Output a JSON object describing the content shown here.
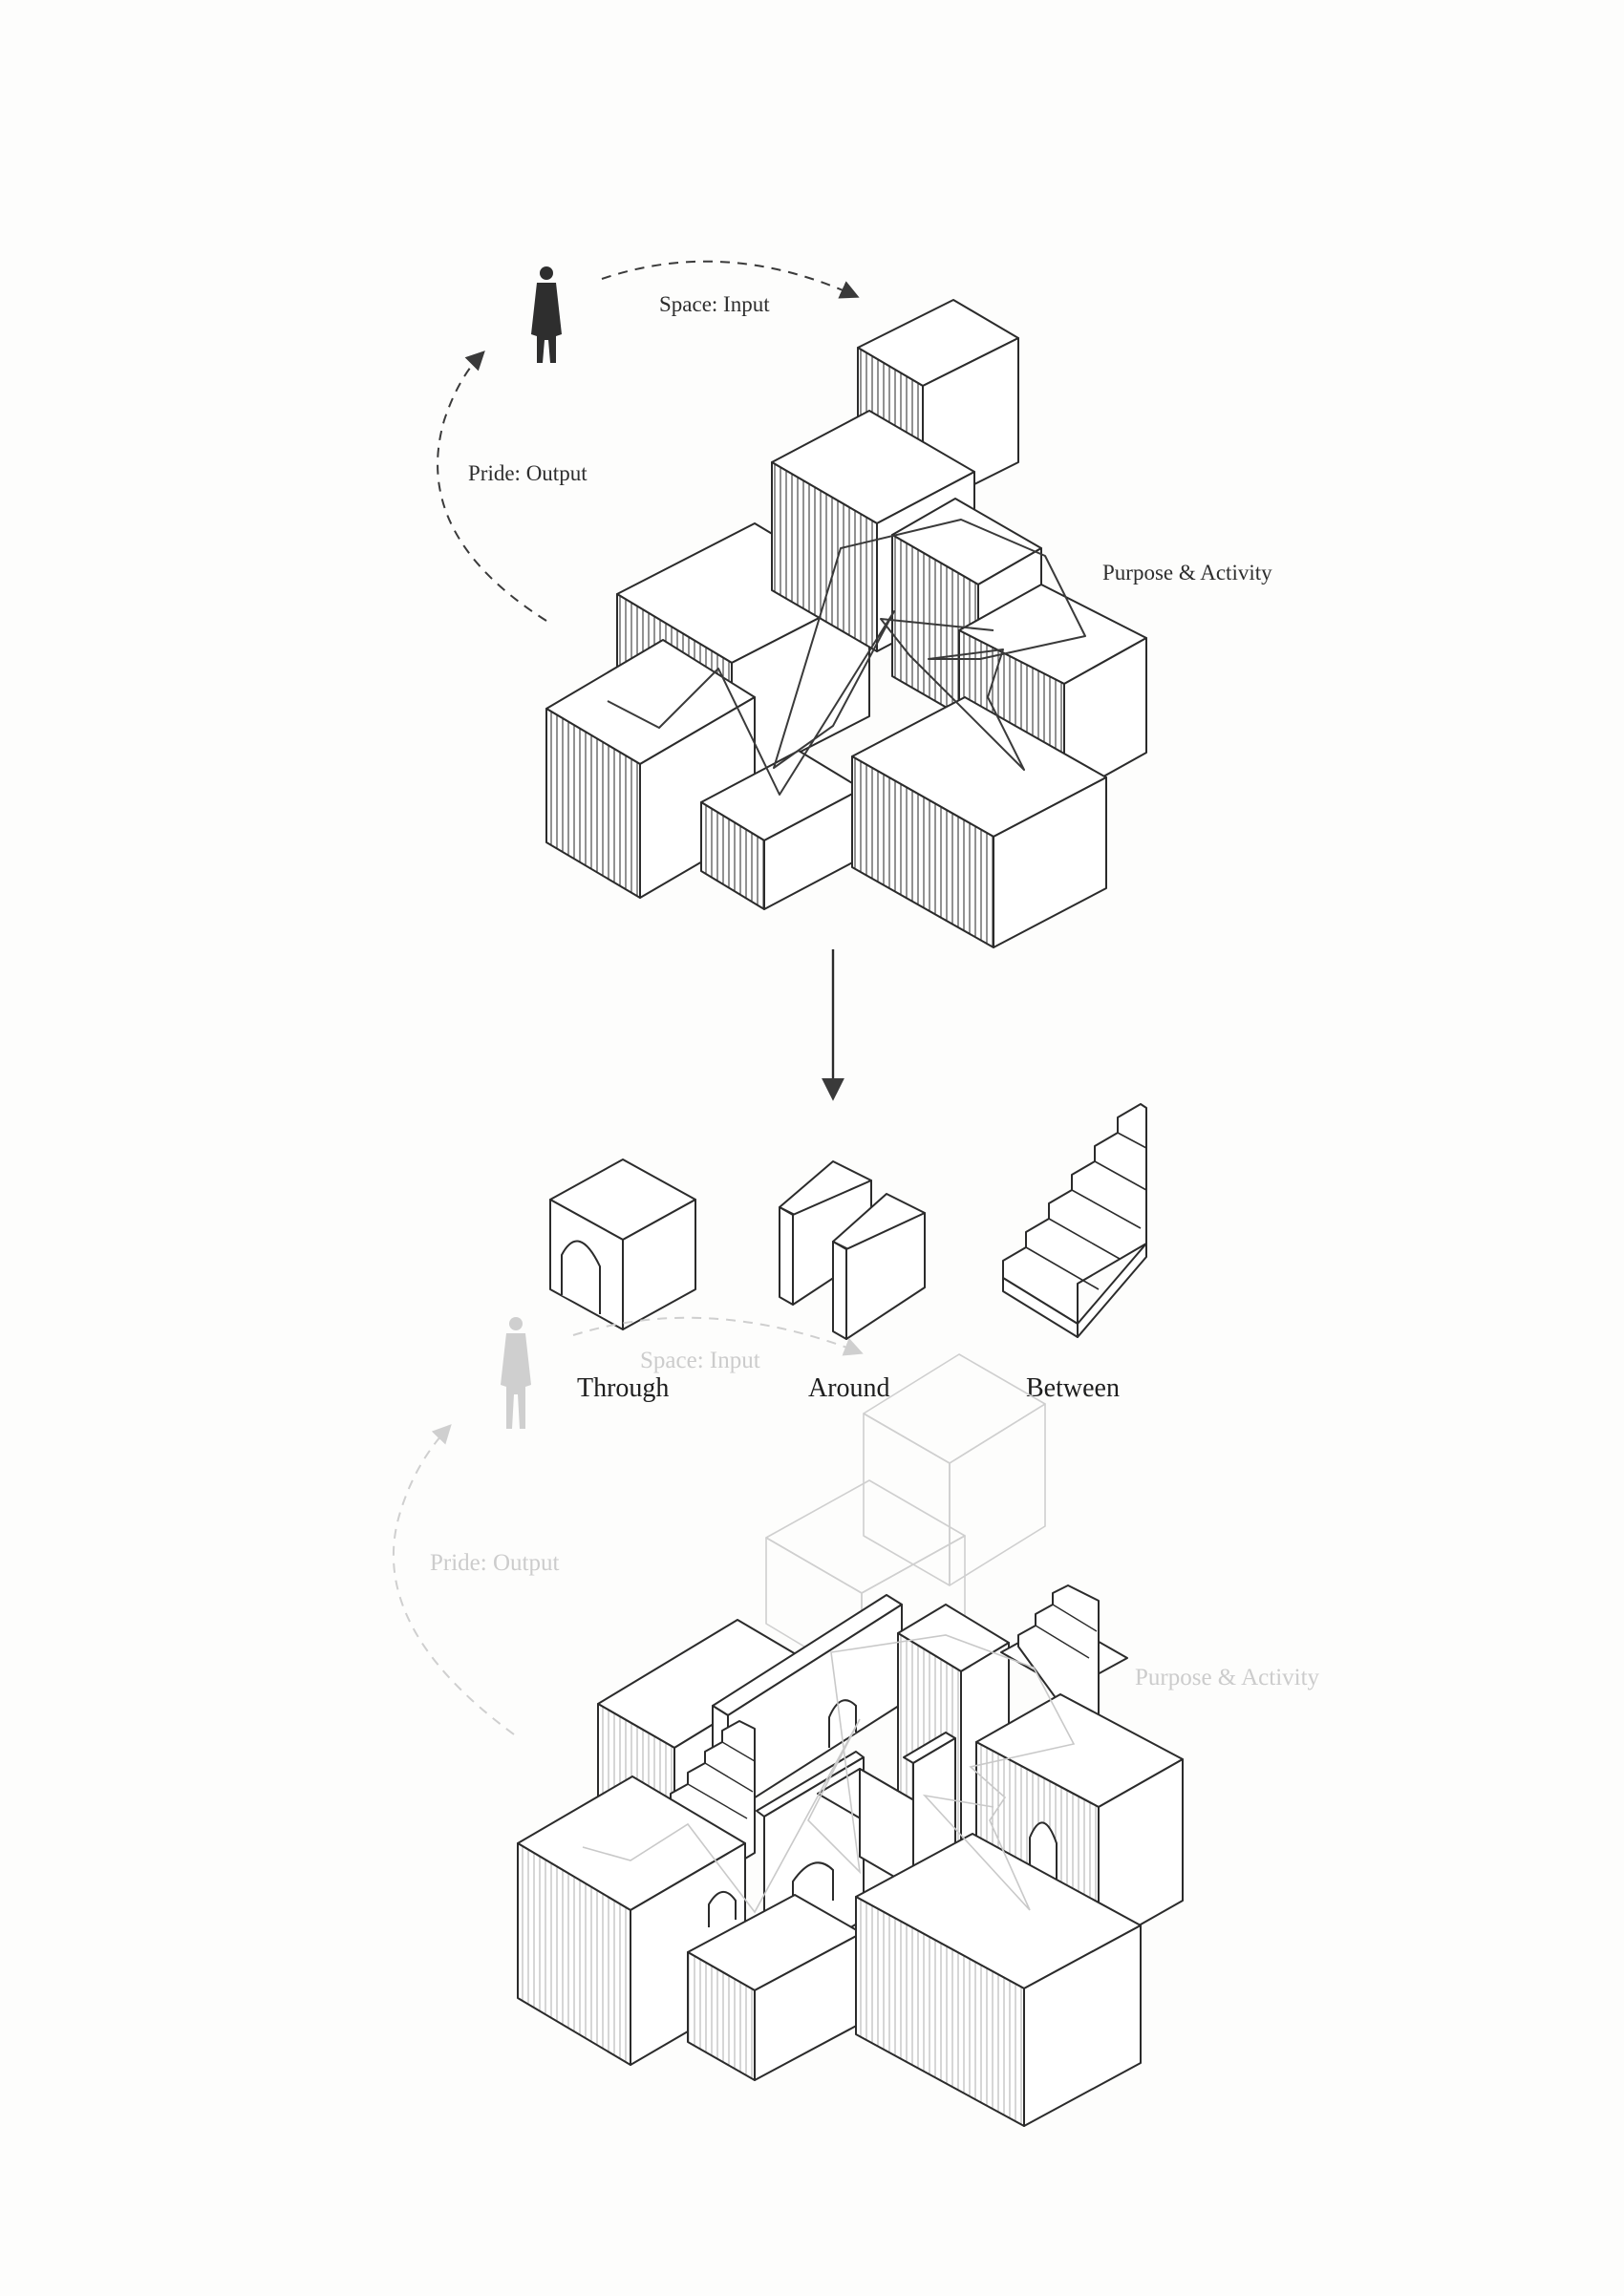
{
  "top_diagram": {
    "label_space": "Space: Input",
    "label_pride": "Pride: Output",
    "label_purpose": "Purpose & Activity"
  },
  "elements": {
    "through": "Through",
    "around": "Around",
    "between": "Between"
  },
  "bottom_diagram": {
    "label_space": "Space: Input",
    "label_pride": "Pride: Output",
    "label_purpose": "Purpose & Activity"
  },
  "colors": {
    "ink": "#2b2b2b",
    "ghost": "#cfcfcf",
    "paper": "#fdfdfc"
  }
}
